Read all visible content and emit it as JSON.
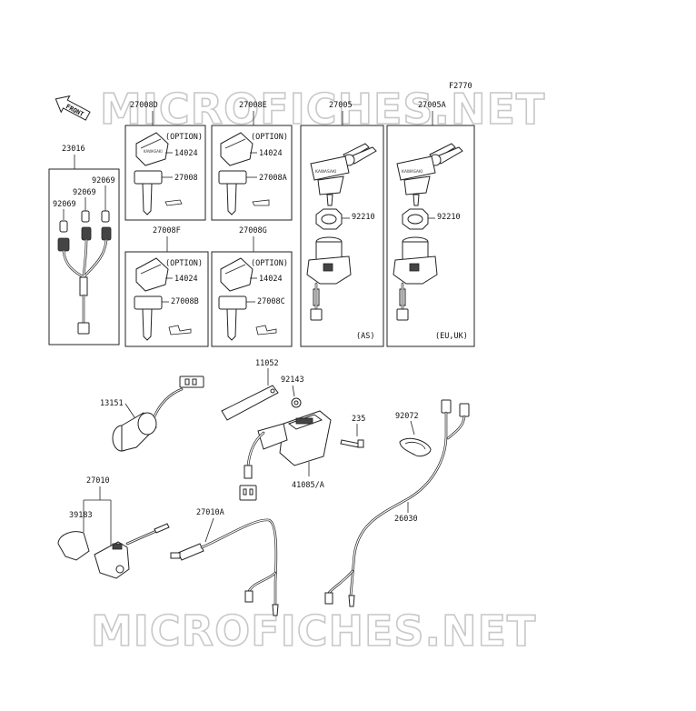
{
  "figure_code": "F2770",
  "watermark": "MICROFICHES.NET",
  "front_arrow": "FRONT",
  "parts": {
    "p23016": "23016",
    "p92069a": "92069",
    "p92069b": "92069",
    "p92069c": "92069",
    "p27008D": "27008D",
    "p27008E": "27008E",
    "p27005": "27005",
    "p27005A": "27005A",
    "p27008F": "27008F",
    "p27008G": "27008G",
    "p14024a": "14024",
    "p14024b": "14024",
    "p14024c": "14024",
    "p14024d": "14024",
    "p27008": "27008",
    "p27008A": "27008A",
    "p27008B": "27008B",
    "p27008C": "27008C",
    "p92210a": "92210",
    "p92210b": "92210",
    "p11052": "11052",
    "p92143": "92143",
    "p13151": "13151",
    "p235": "235",
    "p92072": "92072",
    "p41085A": "41085/A",
    "p27010": "27010",
    "p39183": "39183",
    "p27010A": "27010A",
    "p26030": "26030"
  },
  "notes": {
    "option1": "(OPTION)",
    "option2": "(OPTION)",
    "option3": "(OPTION)",
    "option4": "(OPTION)",
    "as": "(AS)",
    "euuk": "(EU,UK)"
  },
  "key_stamp": "KAWASAKI"
}
